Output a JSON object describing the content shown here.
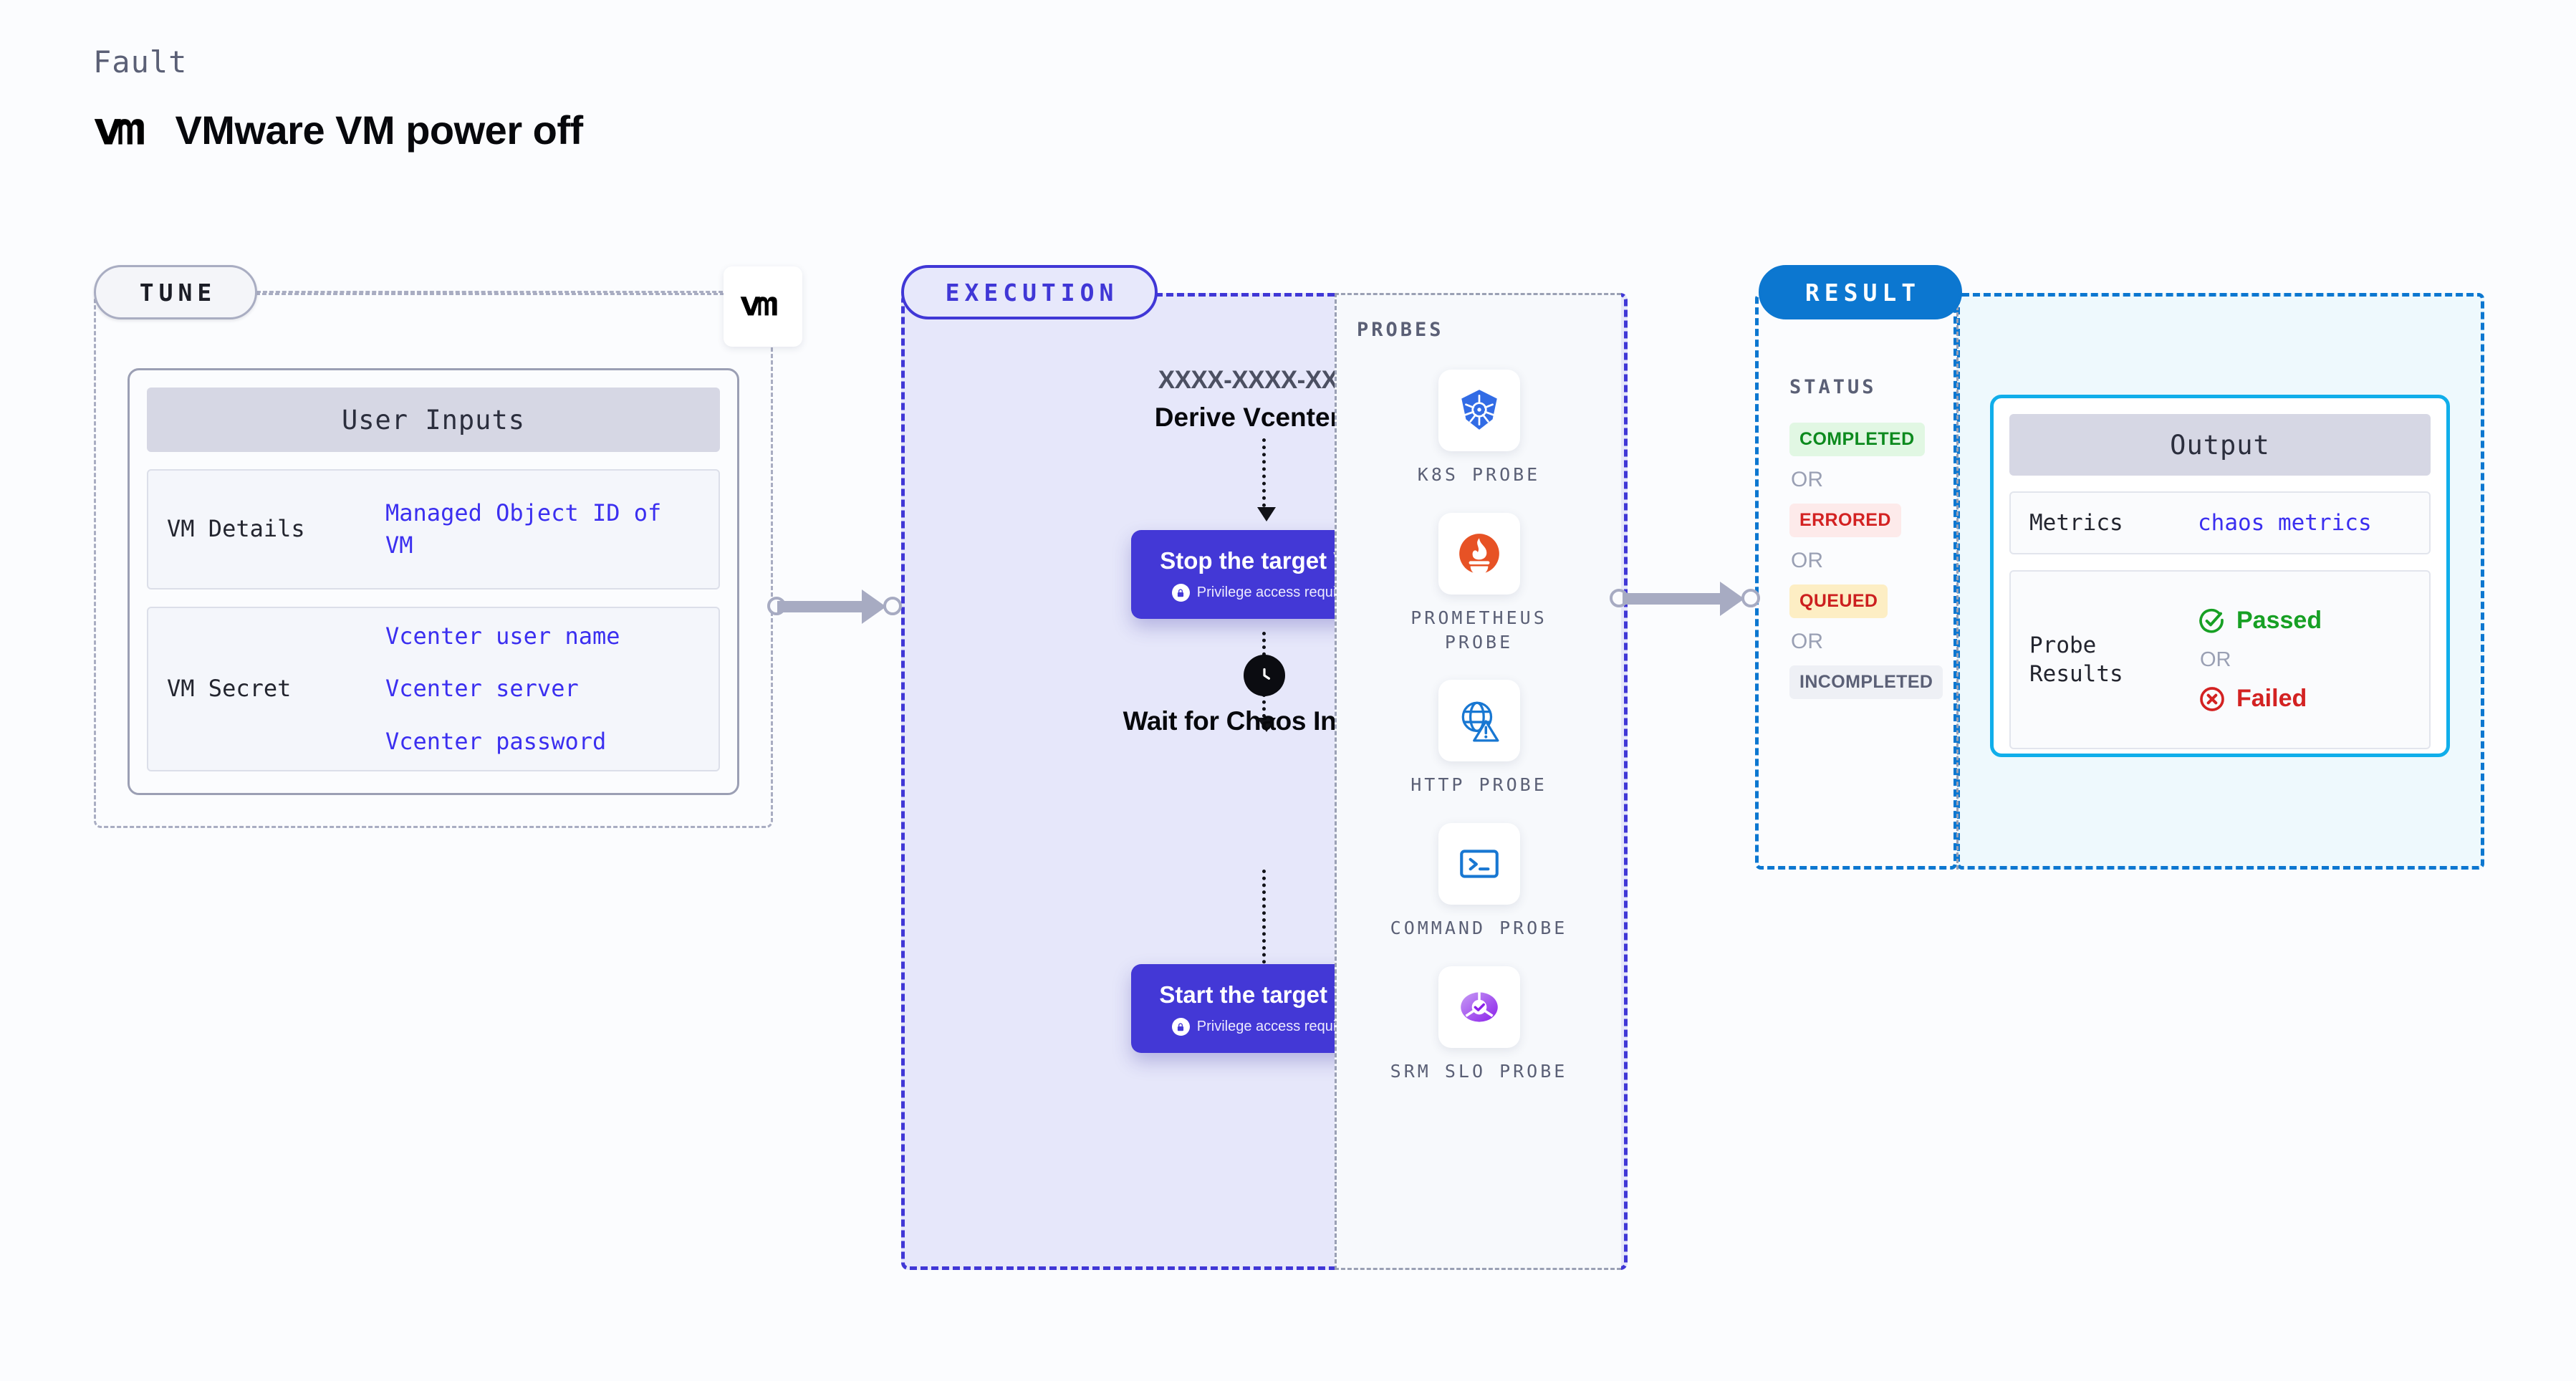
{
  "header": {
    "eyebrow": "Fault",
    "title": "VMware VM power off",
    "logo_icon": "vmware-vm-logo"
  },
  "tune": {
    "badge": "TUNE",
    "logo_icon": "vmware-vm-logo",
    "card_title": "User Inputs",
    "rows": [
      {
        "key": "VM Details",
        "values": [
          "Managed Object ID of VM"
        ]
      },
      {
        "key": "VM Secret",
        "values": [
          "Vcenter user name",
          "Vcenter server",
          "Vcenter password"
        ]
      }
    ]
  },
  "execution": {
    "badge": "EXECUTION",
    "derive_id": "XXXX-XXXX-XXXX",
    "derive_label": "Derive Vcenter ID",
    "blocks": [
      {
        "title": "Stop the target VM",
        "subtitle": "Privilege access required",
        "icon": "lock-icon",
        "badge_icon": "chaos-badge-icon"
      },
      {
        "title": "Start the target VM",
        "subtitle": "Privilege access required",
        "icon": "lock-icon",
        "badge_icon": "chaos-badge-icon"
      }
    ],
    "wait": {
      "label": "Wait for Chaos Interval",
      "icon": "clock-icon"
    }
  },
  "probes": {
    "title": "PROBES",
    "items": [
      {
        "label": "K8S PROBE",
        "icon": "kubernetes-icon"
      },
      {
        "label": "PROMETHEUS PROBE",
        "icon": "prometheus-icon"
      },
      {
        "label": "HTTP PROBE",
        "icon": "http-globe-warning-icon"
      },
      {
        "label": "COMMAND PROBE",
        "icon": "terminal-icon"
      },
      {
        "label": "SRM SLO PROBE",
        "icon": "srm-slo-icon"
      }
    ]
  },
  "result": {
    "badge": "RESULT",
    "status_title": "STATUS",
    "or_label": "OR",
    "statuses": [
      {
        "label": "COMPLETED",
        "color": "#0d8a1e",
        "bg": "#e1f7e3"
      },
      {
        "label": "ERRORED",
        "color": "#d32222",
        "bg": "#fdeaea"
      },
      {
        "label": "QUEUED",
        "color": "#cc1f1f",
        "bg": "#fdeec4"
      },
      {
        "label": "INCOMPLETED",
        "color": "#5b6076",
        "bg": "#eef0f5"
      }
    ],
    "output": {
      "title": "Output",
      "metrics_key": "Metrics",
      "metrics_value": "chaos metrics",
      "probe_key": "Probe Results",
      "passed_label": "Passed",
      "passed_color": "#17a024",
      "passed_icon": "check-circle-icon",
      "failed_label": "Failed",
      "failed_color": "#d32222",
      "failed_icon": "x-circle-icon",
      "or_label": "OR"
    }
  },
  "colors": {
    "tune_accent": "#a9adc2",
    "execution_accent": "#4037d6",
    "result_accent": "#0c77d0",
    "output_accent": "#10aeea",
    "link_blue": "#3b2ff0"
  }
}
